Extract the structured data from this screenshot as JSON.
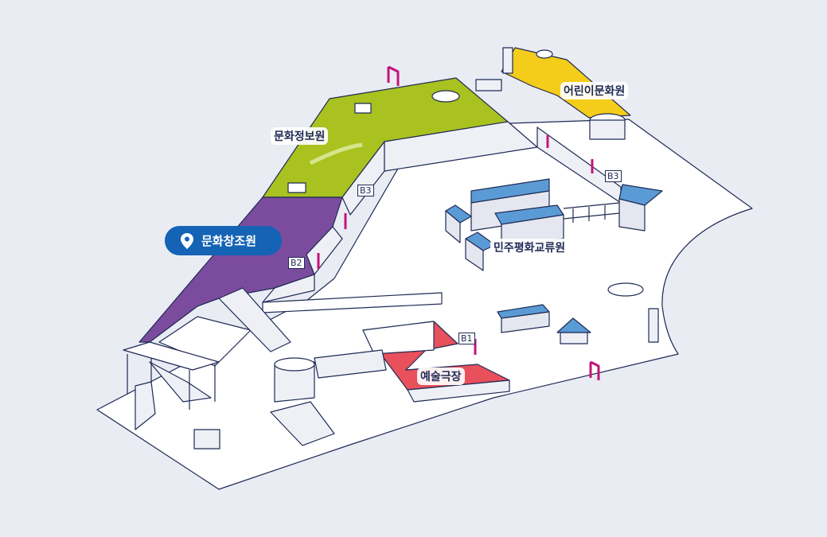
{
  "map": {
    "selected_zone": "문화창조원",
    "zones": [
      {
        "id": "culture-info",
        "name": "문화정보원",
        "color": "#a9c21f"
      },
      {
        "id": "culture-creation",
        "name": "문화창조원",
        "color": "#7b4c9e"
      },
      {
        "id": "children",
        "name": "어린이문화원",
        "color": "#f4cd1a"
      },
      {
        "id": "democracy",
        "name": "민주평화교류원",
        "color": "#5b9bd5"
      },
      {
        "id": "theater",
        "name": "예술극장",
        "color": "#e8505b"
      }
    ],
    "floor_labels": {
      "b1": "B1",
      "b2": "B2",
      "b3_left": "B3",
      "b3_right": "B3"
    },
    "colors": {
      "outline": "#1f2a55",
      "accent": "#c3157a",
      "ground": "#ffffff",
      "background": "#e9ecf3"
    }
  }
}
